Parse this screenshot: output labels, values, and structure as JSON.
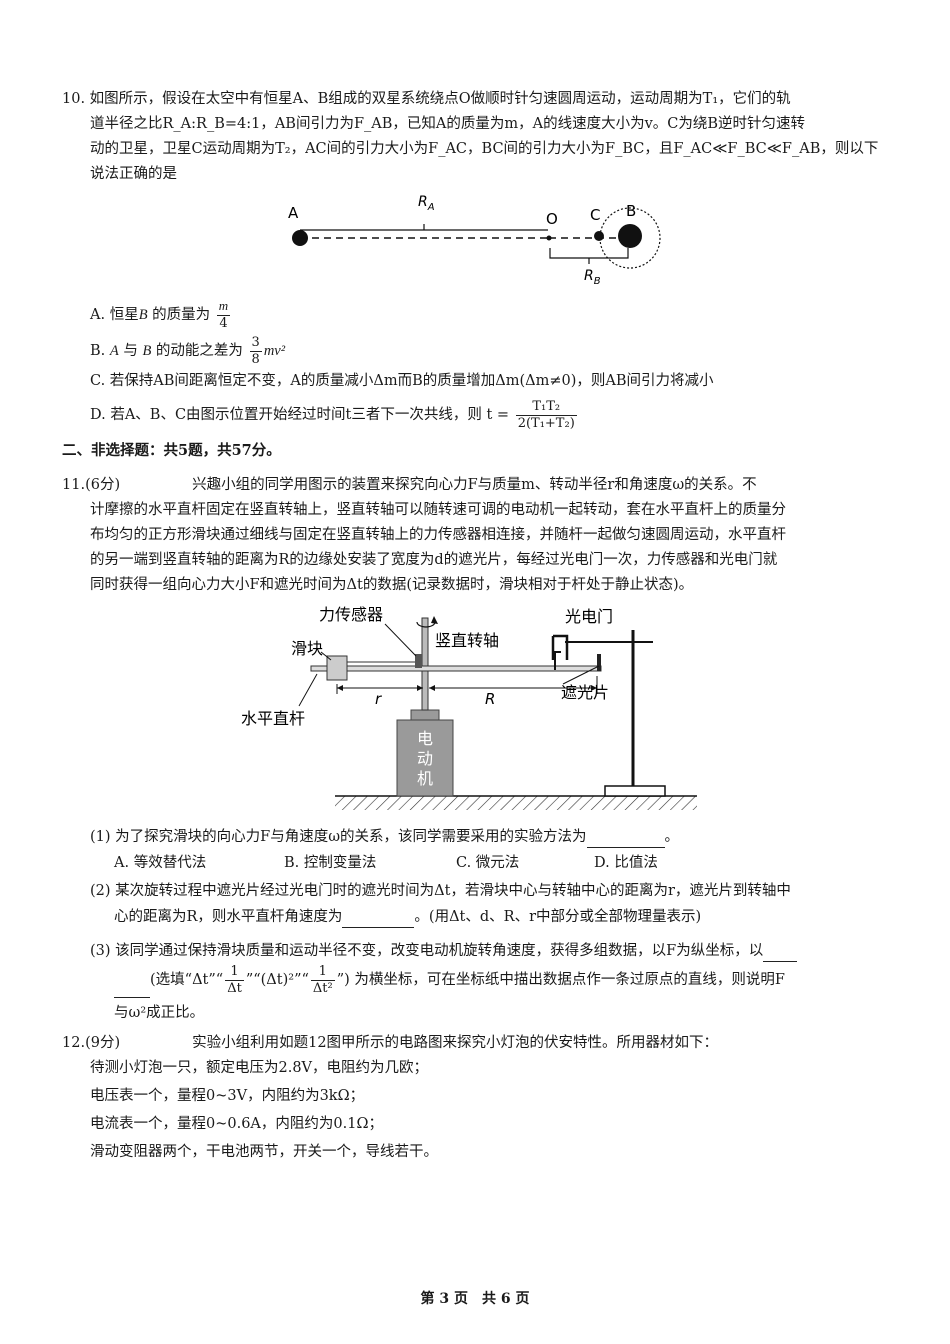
{
  "q10": {
    "number": "10.",
    "line1": "如图所示，假设在太空中有恒星A、B组成的双星系统绕点O做顺时针匀速圆周运动，运动周期为T₁，它们的轨",
    "line2": "道半径之比R_A:R_B=4:1，AB间引力为F_AB，已知A的质量为m，A的线速度大小为v。C为绕B逆时针匀速转",
    "line3": "动的卫星，卫星C运动周期为T₂，AC间的引力大小为F_AC，BC间的引力大小为F_BC，且F_AC≪F_BC≪F_AB，则以下",
    "line4": "说法正确的是",
    "figure": {
      "label_A": "A",
      "label_RA": "R",
      "label_RA_sub": "A",
      "label_O": "O",
      "label_C": "C",
      "label_B": "B",
      "label_RB": "R",
      "label_RB_sub": "B"
    },
    "optA": {
      "prefix": "A. 恒星",
      "var": "B",
      "mid": " 的质量为",
      "num": "m",
      "den": "4"
    },
    "optB": {
      "prefix": "B. ",
      "var1": "A",
      "mid1": " 与 ",
      "var2": "B",
      "mid2": " 的动能之差为",
      "num": "3",
      "den": "8",
      "tail": "mv²"
    },
    "optC": "C. 若保持AB间距离恒定不变，A的质量减小Δm而B的质量增加Δm(Δm≠0)，则AB间引力将减小",
    "optD": {
      "text": "D. 若A、B、C由图示位置开始经过时间t三者下一次共线，则 t =",
      "num": "T₁T₂",
      "den": "2(T₁+T₂)"
    }
  },
  "section2": "二、非选择题：共5题，共57分。",
  "q11": {
    "number": "11.",
    "score": "(6分)",
    "line1": "兴趣小组的同学用图示的装置来探究向心力F与质量m、转动半径r和角速度ω的关系。不",
    "line2": "计摩擦的水平直杆固定在竖直转轴上，竖直转轴可以随转速可调的电动机一起转动，套在水平直杆上的质量分",
    "line3": "布均匀的正方形滑块通过细线与固定在竖直转轴上的力传感器相连接，并随杆一起做匀速圆周运动，水平直杆",
    "line4": "的另一端到竖直转轴的距离为R的边缘处安装了宽度为d的遮光片，每经过光电门一次，力传感器和光电门就",
    "line5": "同时获得一组向心力大小F和遮光时间为Δt的数据(记录数据时，滑块相对于杆处于静止状态)。",
    "figure": {
      "force_sensor": "力传感器",
      "vertical_axis": "竖直转轴",
      "photogate": "光电门",
      "slider": "滑块",
      "horizontal_rod": "水平直杆",
      "shade": "遮光片",
      "r": "r",
      "R": "R",
      "motor": [
        "电",
        "动",
        "机"
      ]
    },
    "p1": "(1) 为了探究滑块的向心力F与角速度ω的关系，该同学需要采用的实验方法为",
    "p1_end": "。",
    "p1_options": [
      "A. 等效替代法",
      "B. 控制变量法",
      "C. 微元法",
      "D. 比值法"
    ],
    "p2a": "(2) 某次旋转过程中遮光片经过光电门时的遮光时间为Δt，若滑块中心与转轴中心的距离为r，遮光片到转轴中",
    "p2b": "心的距离为R，则水平直杆角速度为",
    "p2b_end": "。(用Δt、d、R、r中部分或全部物理量表示)",
    "p3a": "(3) 该同学通过保持滑块质量和运动半径不变，改变电动机旋转角速度，获得多组数据，以F为纵坐标，以",
    "p3b_start": "(选填“Δt”“",
    "p3b_frac1_num": "1",
    "p3b_frac1_den": "Δt",
    "p3b_mid": "”“(Δt)²”“",
    "p3b_frac2_num": "1",
    "p3b_frac2_den": "Δt²",
    "p3b_end": "”) 为横坐标，可在坐标纸中描出数据点作一条过原点的直线，则说明F",
    "p3c": "与ω²成正比。"
  },
  "q12": {
    "number": "12.",
    "score": "(9分)",
    "line1": "实验小组利用如题12图甲所示的电路图来探究小灯泡的伏安特性。所用器材如下：",
    "line2": "待测小灯泡一只，额定电压为2.8V，电阻约为几欧；",
    "line3": "电压表一个，量程0~3V，内阻约为3kΩ；",
    "line4": "电流表一个，量程0~0.6A，内阻约为0.1Ω；",
    "line5": "滑动变阻器两个，干电池两节，开关一个，导线若干。"
  },
  "footer": "第 3 页　共 6 页"
}
